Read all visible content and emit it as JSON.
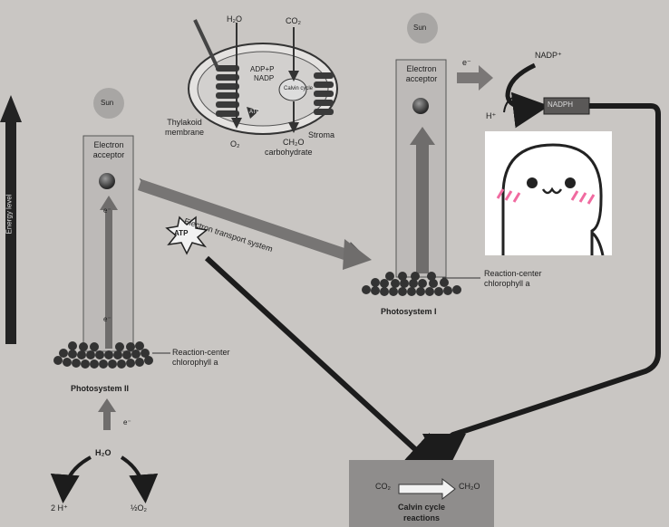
{
  "energy_axis": {
    "label": "Energy level"
  },
  "chloroplast": {
    "h2o": "H₂O",
    "co2": "CO₂",
    "thylakoid_label": "Thylakoid\nmembrane",
    "o2": "O₂",
    "ch2o": "CH₂O",
    "carbohydrate": "carbohydrate",
    "stroma": "Stroma",
    "adp_label": "ADP+P",
    "nadp_label": "NADP",
    "calvin_label": "Calvin cycle",
    "atp_label": "ATP"
  },
  "ps2": {
    "sun": "Sun",
    "acceptor": "Electron\nacceptor",
    "e_top": "e⁻",
    "e_bottom": "e⁻",
    "reaction_center": "Reaction-center\nchlorophyll a",
    "title": "Photosystem II",
    "e_input": "e⁻",
    "water": "H₂O",
    "protons": "2 H⁺",
    "oxygen": "½O₂"
  },
  "ets": {
    "label": "Electron transport system",
    "atp": "ATP"
  },
  "ps1": {
    "sun": "Sun",
    "acceptor": "Electron\nacceptor",
    "reaction_center": "Reaction-center\nchlorophyll a",
    "title": "Photosystem I",
    "e_label": "e⁻",
    "nadp_plus": "NADP⁺",
    "h_plus": "H⁺",
    "nadph": "NADPH"
  },
  "calvin": {
    "co2": "CO₂",
    "ch2o": "CH₂O",
    "title": "Calvin cycle\nreactions"
  },
  "colors": {
    "dark": "#2b2b2b",
    "column": "#bdbab8",
    "arrow": "#7a7776"
  }
}
